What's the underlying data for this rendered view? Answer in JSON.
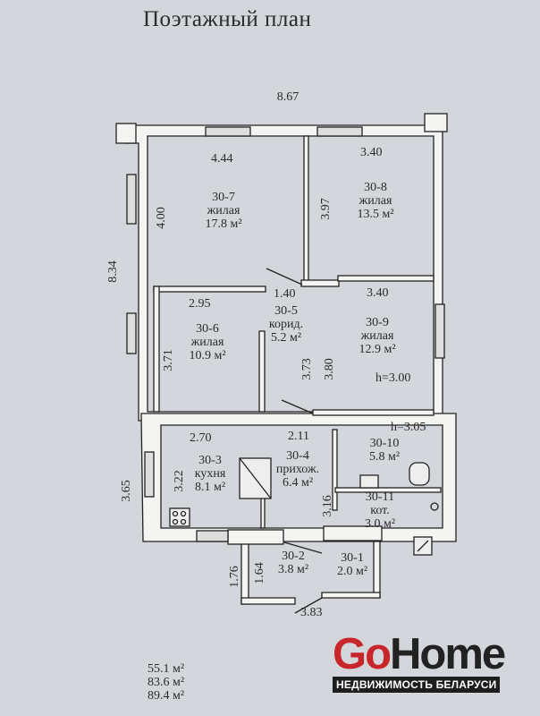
{
  "title": "Поэтажный план",
  "overall_width": "8.67",
  "overall_height": "8.34",
  "rooms": [
    {
      "id": "30-7",
      "name": "жилая",
      "area": "17.8 м²"
    },
    {
      "id": "30-8",
      "name": "жилая",
      "area": "13.5 м²"
    },
    {
      "id": "30-5",
      "name": "корид.",
      "area": "5.2 м²"
    },
    {
      "id": "30-6",
      "name": "жилая",
      "area": "10.9 м²"
    },
    {
      "id": "30-9",
      "name": "жилая",
      "area": "12.9 м²"
    },
    {
      "id": "30-3",
      "name": "кухня",
      "area": "8.1 м²"
    },
    {
      "id": "30-4",
      "name": "прихож.",
      "area": "6.4 м²"
    },
    {
      "id": "30-10",
      "name": "",
      "area": "5.8 м²"
    },
    {
      "id": "30-11",
      "name": "кот.",
      "area": "3.0 м²"
    },
    {
      "id": "30-2",
      "name": "",
      "area": "3.8 м²"
    },
    {
      "id": "30-1",
      "name": "",
      "area": "2.0 м²"
    }
  ],
  "dimensions": {
    "d_4_44": "4.44",
    "d_3_40_top": "3.40",
    "d_4_00": "4.00",
    "d_3_97": "3.97",
    "d_2_95": "2.95",
    "d_1_40": "1.40",
    "d_3_40_mid": "3.40",
    "d_3_71": "3.71",
    "d_3_73": "3.73",
    "d_3_80": "3.80",
    "h_3_00": "h=3.00",
    "h_3_05": "h=3.05",
    "d_2_70": "2.70",
    "d_2_11": "2.11",
    "d_3_65": "3.65",
    "d_3_22": "3.22",
    "d_3_16": "3.16",
    "d_1_76": "1.76",
    "d_1_64": "1.64",
    "d_3_83": "3.83"
  },
  "totals": [
    "55.1 м²",
    "83.6 м²",
    "89.4 м²"
  ],
  "logo": {
    "go": "Go",
    "home": "Home",
    "tagline": "НЕДВИЖИМОСТЬ БЕЛАРУСИ"
  }
}
